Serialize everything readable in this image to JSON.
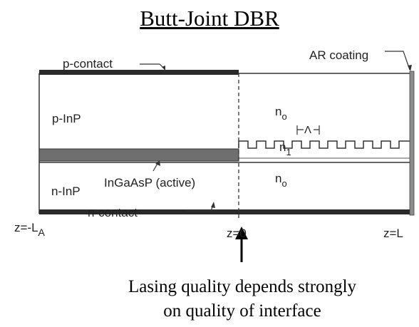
{
  "title": "Butt-Joint DBR",
  "labels": {
    "p_contact": "p-contact",
    "ar_coating": "AR coating",
    "p_inp": "p-InP",
    "n_inp": "n-InP",
    "active": "InGaAsP (active)",
    "n_contact": "n-contact",
    "n0_top": "n",
    "n0_top_sub": "o",
    "n1": "n",
    "n1_sub": "1",
    "n0_bottom": "n",
    "n0_bottom_sub": "o",
    "period": "Λ",
    "z_left": "z=-L",
    "z_left_sub": "A",
    "z_zero": "z=0",
    "z_right": "z=L"
  },
  "caption": {
    "line1": "Lasing quality depends strongly",
    "line2": "on quality of interface"
  },
  "colors": {
    "contact": "#2a2a2a",
    "active_layer": "#6f6f6f",
    "ar_coating": "#8c8c8c",
    "line": "#333333"
  }
}
